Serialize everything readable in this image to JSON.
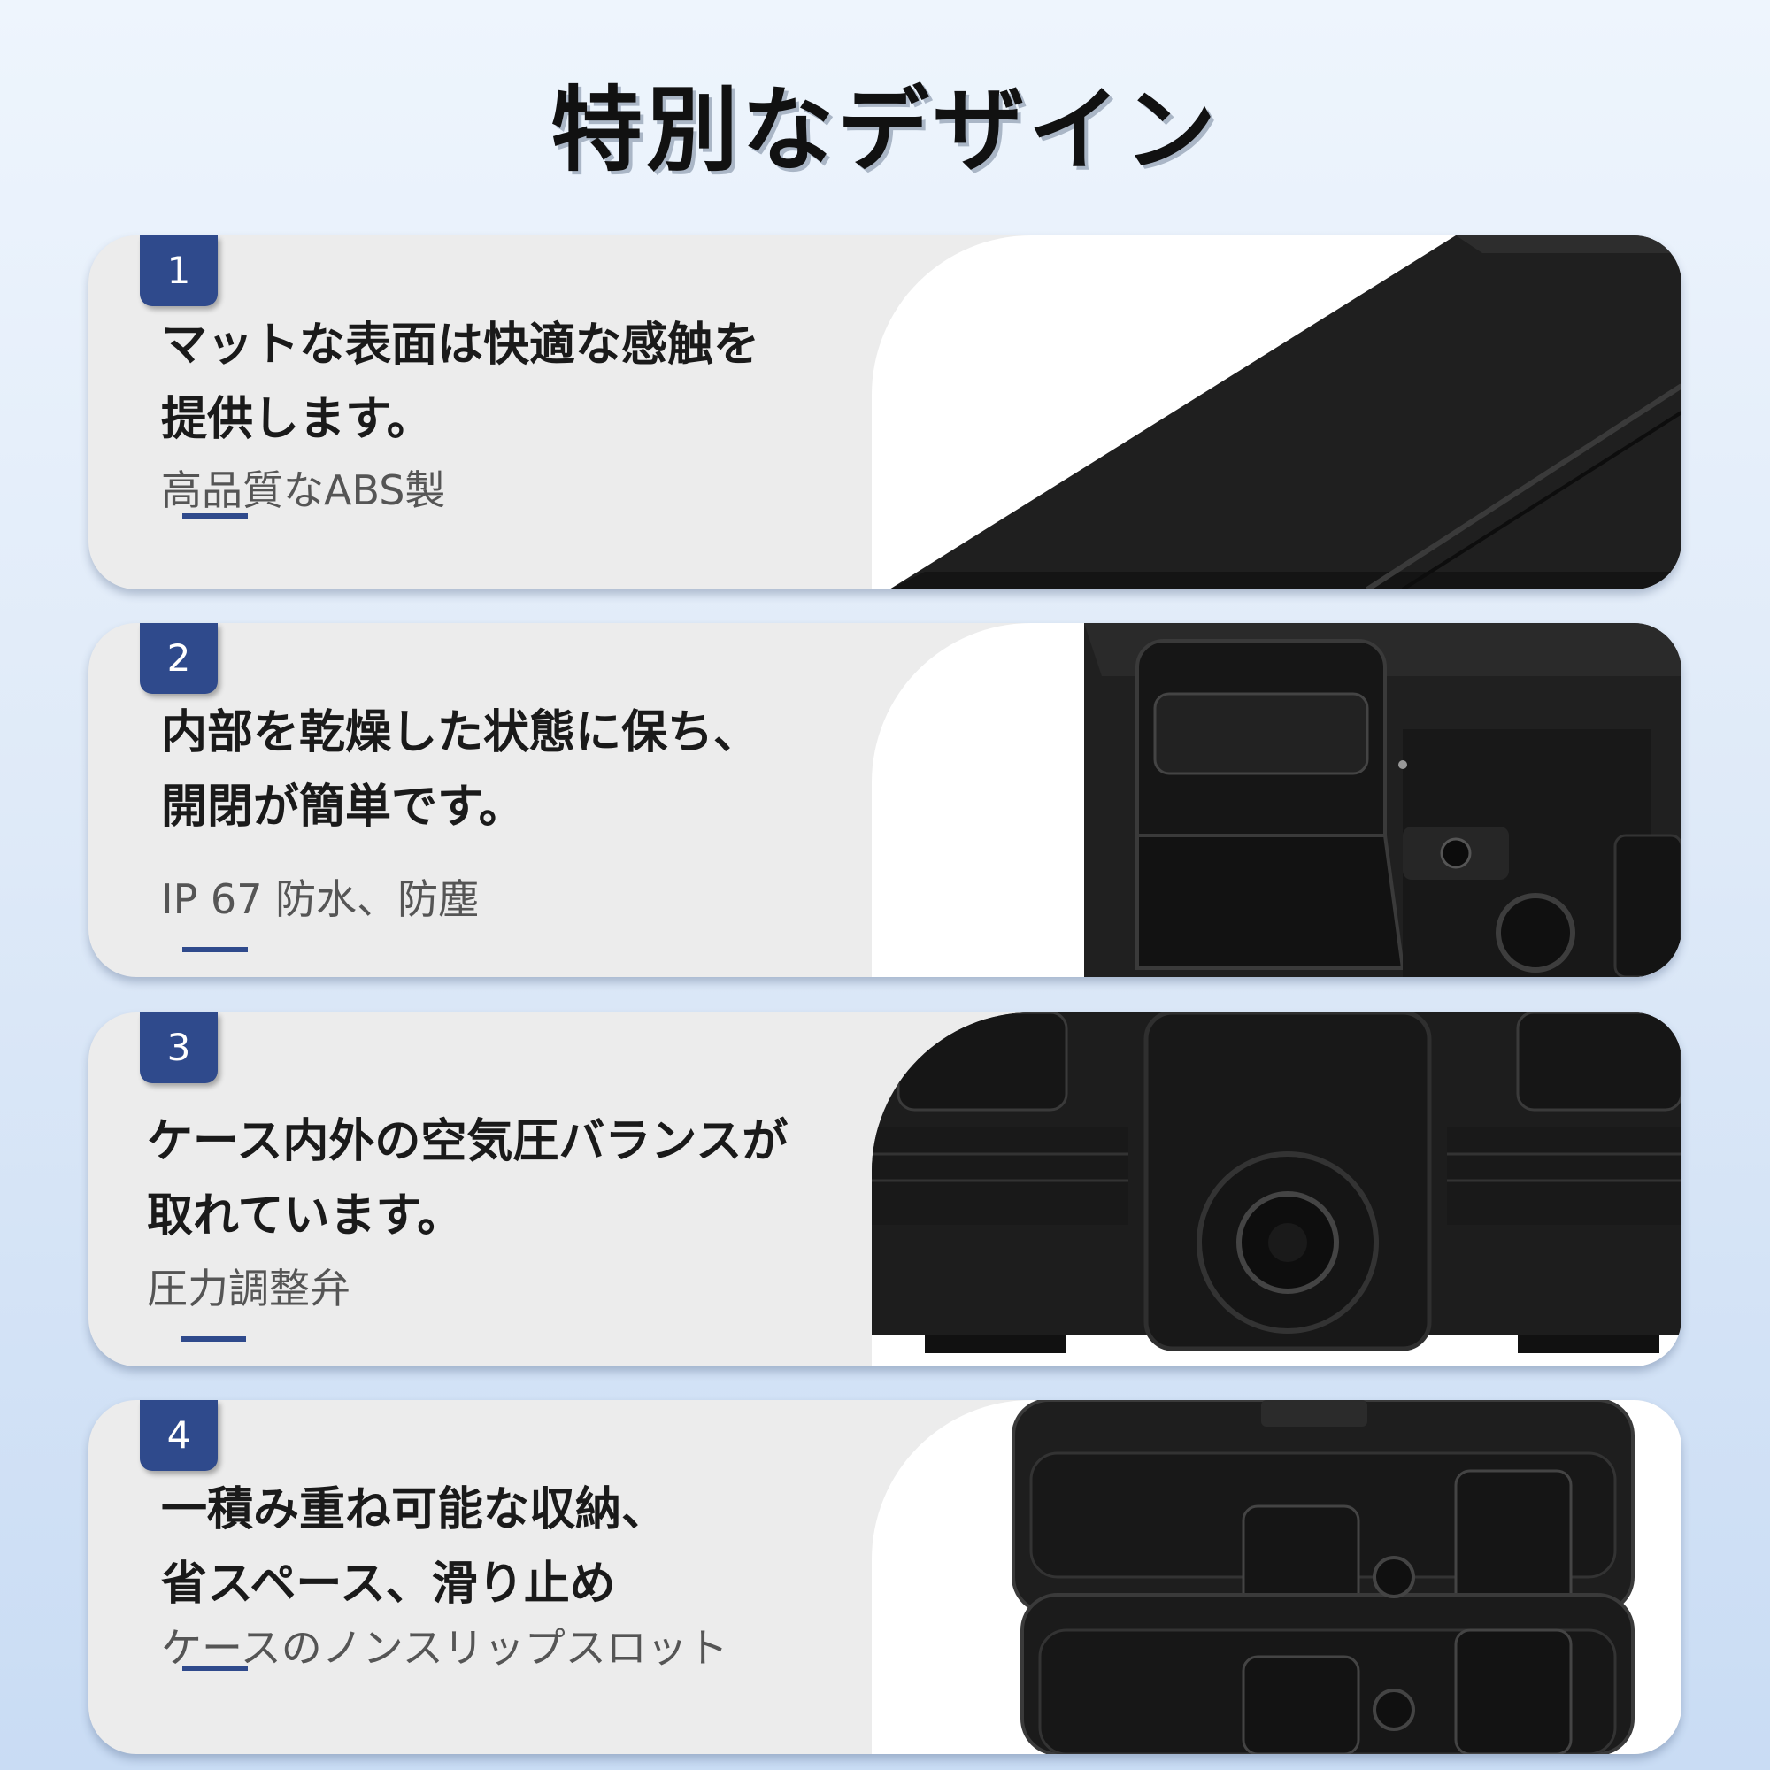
{
  "page": {
    "title": "特別なデザイン"
  },
  "features": [
    {
      "number": "1",
      "headline": "マットな表面は快適な感触を\n提供します。",
      "sub": "高品質なABS製"
    },
    {
      "number": "2",
      "headline": "内部を乾燥した状態に保ち、\n開閉が簡単です。",
      "sub": "IP 67 防水、防塵"
    },
    {
      "number": "3",
      "headline": "ケース内外の空気圧バランスが\n取れています。",
      "sub": "圧力調整弁"
    },
    {
      "number": "4",
      "headline": "一積み重ね可能な収納、\n省スペース、滑り止め",
      "sub": "ケースのノンスリップスロット"
    }
  ],
  "colors": {
    "badge": "#2f4a8c",
    "card": "#ececec",
    "case": "#1c1c1c"
  }
}
